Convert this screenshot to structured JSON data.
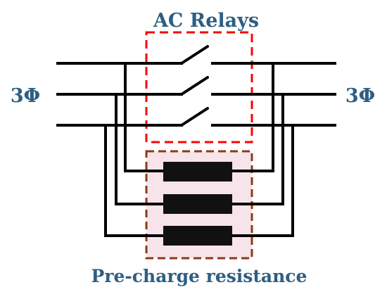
{
  "labels": {
    "title": "AC Relays",
    "left_phase": "3Φ",
    "right_phase": "3Φ",
    "bottom": "Pre-charge resistance"
  },
  "colors": {
    "label_blue": "#2e5f82",
    "wire": "#000000",
    "relay_box": "#ff0000",
    "resistor_box": "#8b3a1a",
    "resistor_fill": "#f7e4ea",
    "resistor_body": "#111111"
  },
  "components": {
    "phases": 3,
    "relay_switches": 3,
    "precharge_resistors": 3
  }
}
